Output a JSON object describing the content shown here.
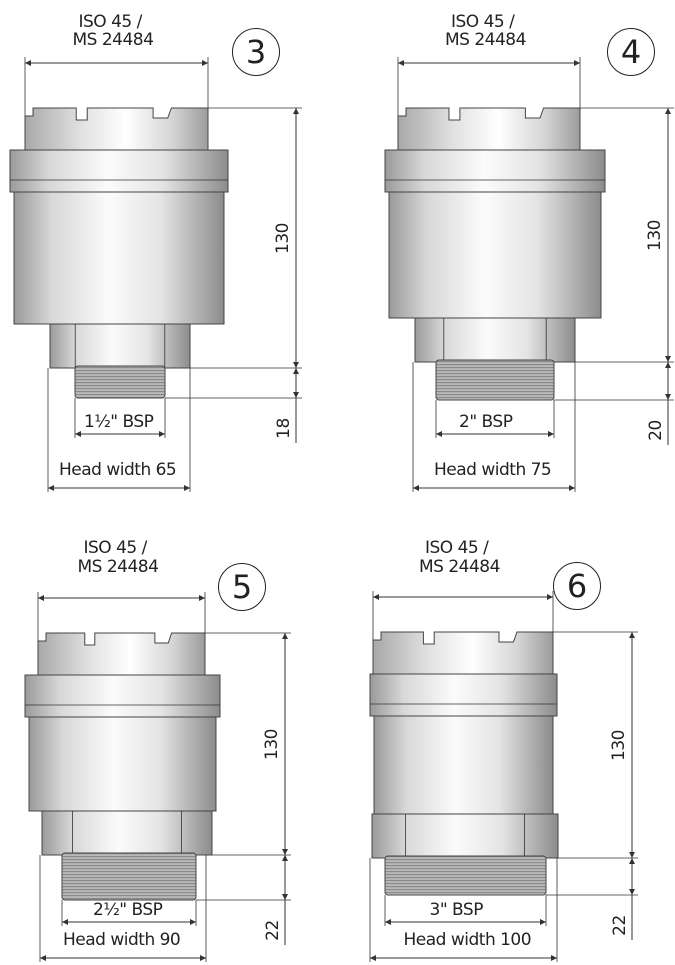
{
  "fittings": [
    {
      "id": "3",
      "standard_line1": "ISO 45 /",
      "standard_line2": "MS 24484",
      "height": "130",
      "thread_length": "18",
      "thread": "1½\" BSP",
      "head_width": "Head width 65"
    },
    {
      "id": "4",
      "standard_line1": "ISO 45 /",
      "standard_line2": "MS 24484",
      "height": "130",
      "thread_length": "20",
      "thread": "2\" BSP",
      "head_width": "Head width 75"
    },
    {
      "id": "5",
      "standard_line1": "ISO 45 /",
      "standard_line2": "MS 24484",
      "height": "130",
      "thread_length": "22",
      "thread": "2½\" BSP",
      "head_width": "Head width 90"
    },
    {
      "id": "6",
      "standard_line1": "ISO 45 /",
      "standard_line2": "MS 24484",
      "height": "130",
      "thread_length": "22",
      "thread": "3\" BSP",
      "head_width": "Head width 100"
    }
  ],
  "colors": {
    "metal_light": "#f2f2f2",
    "metal_mid": "#c9c9c9",
    "metal_dark": "#8a8a8a",
    "line": "#222222",
    "dimension_accent": "#8a3a8a"
  }
}
